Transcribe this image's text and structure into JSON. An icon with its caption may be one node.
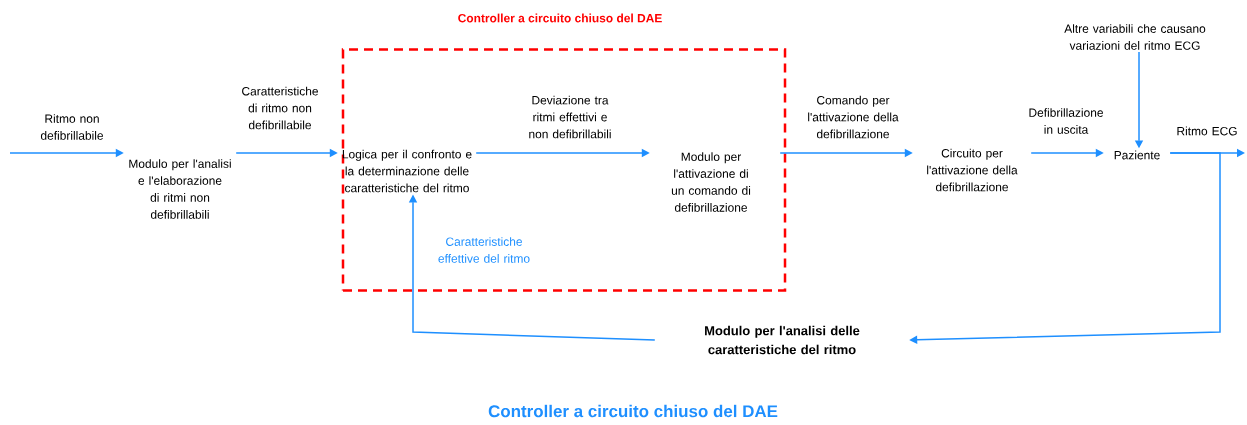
{
  "diagram": {
    "caption": "Controller a circuito chiuso del DAE",
    "nodes": [
      {
        "text": [
          "Modulo per l'analisi e l'elaborazione di ritmi non defibrillabili"
        ]
      },
      {
        "text": [
          "Controller a circuito chiuso del DAE"
        ]
      },
      {
        "text": [
          "Logica per il confronto e la determinazione delle caratteristiche del ritmo"
        ],
        "in": 1
      },
      {
        "text": [
          "Modulo per l'attivazione di un comando di defibrillazione"
        ],
        "in": 1
      },
      {
        "text": [
          "Circuito per l'attivazione della defibrillazione"
        ]
      },
      {
        "text": [
          "Paziente"
        ]
      },
      {
        "text": [
          "Altre variabili che causano variazioni del ritmo ECG"
        ]
      },
      {
        "text": [
          "Modulo per l'analisi delle caratteristiche del ritmo"
        ]
      }
    ],
    "edges": [
      {
        "from": null,
        "to": 0,
        "arrow": "to",
        "label": "Ritmo non defibrillabile"
      },
      {
        "from": 0,
        "to": 2,
        "arrow": "to",
        "label": "Caratteristiche di ritmo non defibrillabile"
      },
      {
        "from": 2,
        "to": 3,
        "arrow": "to",
        "label": "Deviazione tra ritmi effettivi e non defibrillabili"
      },
      {
        "from": 3,
        "to": 4,
        "arrow": "to",
        "label": "Comando per l'attivazione della defibrillazione"
      },
      {
        "from": 4,
        "to": 5,
        "arrow": "to",
        "label": "Defibrillazione in uscita"
      },
      {
        "from": 6,
        "to": 5,
        "arrow": "to"
      },
      {
        "from": 5,
        "to": null,
        "arrow": "to",
        "label": "Ritmo ECG"
      },
      {
        "from": 5,
        "to": 7,
        "arrow": "to"
      },
      {
        "from": 7,
        "to": 2,
        "arrow": "to",
        "label": "Caratteristiche effettive del ritmo"
      }
    ]
  }
}
